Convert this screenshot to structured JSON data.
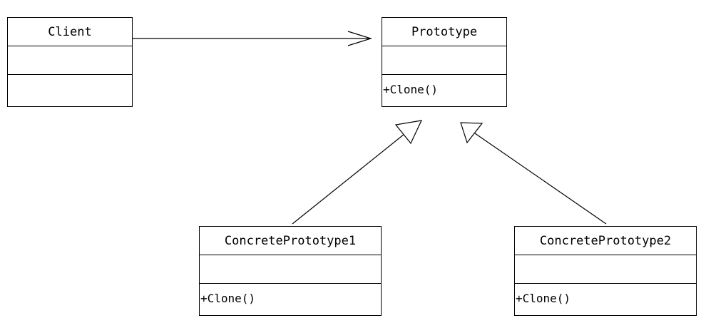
{
  "diagram": {
    "client": {
      "name": "Client"
    },
    "prototype": {
      "name": "Prototype",
      "operation": "+Clone()"
    },
    "concrete1": {
      "name": "ConcretePrototype1",
      "operation": "+Clone()"
    },
    "concrete2": {
      "name": "ConcretePrototype2",
      "operation": "+Clone()"
    },
    "relationships": [
      {
        "from": "Client",
        "to": "Prototype",
        "kind": "association"
      },
      {
        "from": "ConcretePrototype1",
        "to": "Prototype",
        "kind": "generalization"
      },
      {
        "from": "ConcretePrototype2",
        "to": "Prototype",
        "kind": "generalization"
      }
    ],
    "colors": {
      "line": "#000000",
      "background": "#ffffff"
    }
  }
}
